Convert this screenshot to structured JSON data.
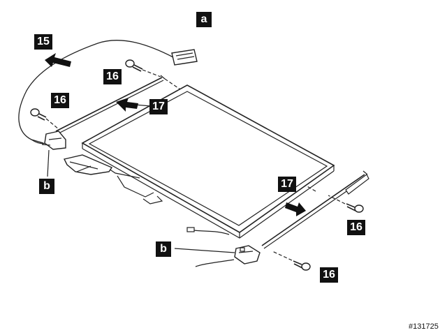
{
  "callouts": {
    "a": "a",
    "b_left": "b",
    "b_bottom": "b",
    "c15": "15",
    "c16_top": "16",
    "c16_left": "16",
    "c16_right": "16",
    "c16_bottom": "16",
    "c17_top": "17",
    "c17_right": "17"
  },
  "figure_id": "#131725",
  "colors": {
    "line": "#222222",
    "callout_bg": "#111111",
    "callout_text": "#ffffff",
    "panel": "#ffffff"
  }
}
